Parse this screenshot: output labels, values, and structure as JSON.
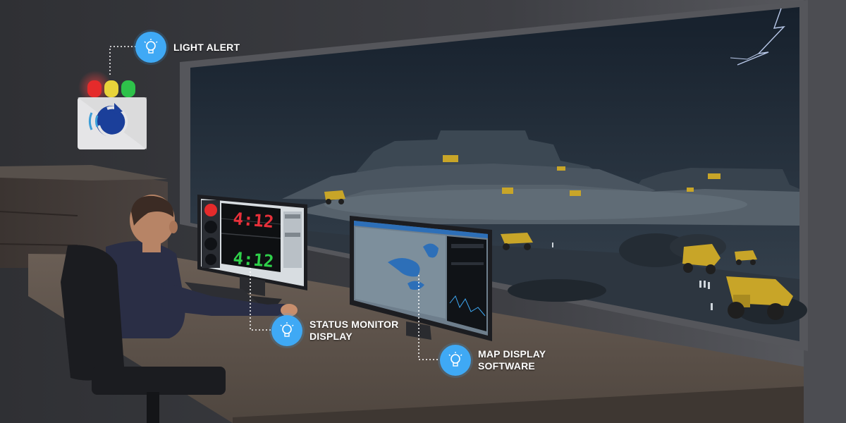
{
  "callouts": {
    "light_alert": {
      "lines": [
        "LIGHT ALERT"
      ]
    },
    "status_monitor": {
      "lines": [
        "STATUS MONITOR",
        "DISPLAY"
      ]
    },
    "map_display": {
      "lines": [
        "MAP DISPLAY",
        "SOFTWARE"
      ]
    }
  },
  "status_monitor": {
    "timer_top": "4:12",
    "timer_bottom": "4:12"
  },
  "colors": {
    "accent": "#3fa9f5",
    "timer_red": "#e8303a",
    "timer_green": "#2fd04a",
    "light_red": "#e52b2b",
    "light_yellow": "#e8d43a",
    "light_green": "#2ec24a",
    "night_sky": "#1c2530"
  },
  "icons": {
    "callout": "lightbulb-icon",
    "beacon_logo": "signal-logo"
  }
}
